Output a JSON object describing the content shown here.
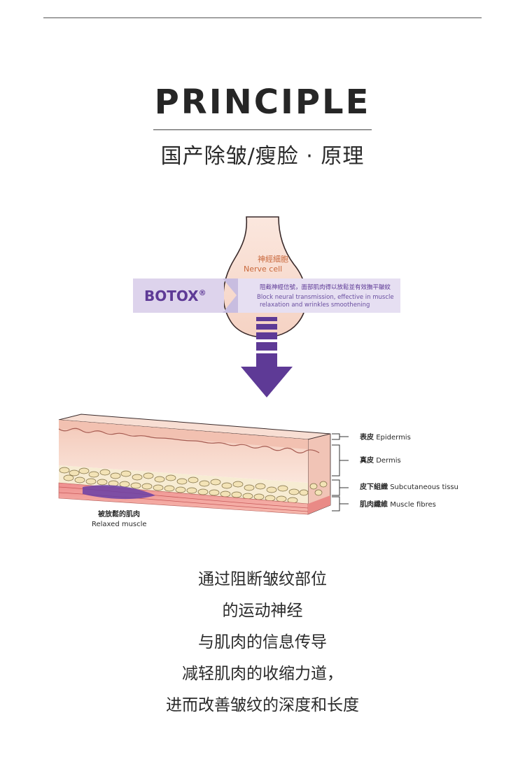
{
  "header": {
    "title": "PRINCIPLE",
    "subtitle": "国产除皱/瘦脸 · 原理"
  },
  "diagram": {
    "nerve_label_cn": "神經細胞",
    "nerve_label_en": "Nerve cell",
    "botox_label": "BOTOX",
    "botox_mark": "®",
    "effect_cn": "阻截神經信號，面部肌肉得以放鬆並有效撫平皺紋",
    "effect_en_line1": "Block neural transmission, effective in muscle",
    "effect_en_line2": "relaxation and wrinkles smoothening",
    "layers": [
      {
        "cn": "表皮",
        "en": "Epidermis"
      },
      {
        "cn": "真皮",
        "en": "Dermis"
      },
      {
        "cn": "皮下組織",
        "en": "Subcutaneous tissu"
      },
      {
        "cn": "肌肉纖維",
        "en": "Muscle fibres"
      }
    ],
    "relaxed_cn": "被放鬆的肌肉",
    "relaxed_en": "Relaxed muscle",
    "colors": {
      "purple": "#5e3a96",
      "lavender": "#e4dcf0",
      "skin": "#f6d8cc",
      "nerve": "#f8dccf"
    }
  },
  "body": {
    "lines": [
      "通过阻断皱纹部位",
      "的运动神经",
      "与肌肉的信息传导",
      "减轻肌肉的收缩力道，",
      "进而改善皱纹的深度和长度"
    ]
  }
}
